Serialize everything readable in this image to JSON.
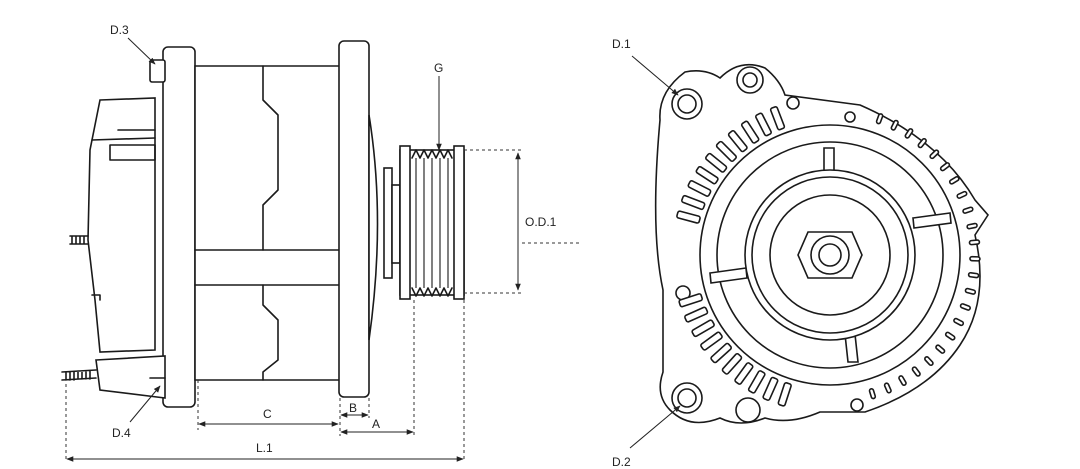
{
  "labels": {
    "d3": "D.3",
    "d4": "D.4",
    "d1": "D.1",
    "d2": "D.2",
    "g": "G",
    "od1": "O.D.1",
    "a": "A",
    "b": "B",
    "c": "C",
    "l1": "L.1"
  }
}
